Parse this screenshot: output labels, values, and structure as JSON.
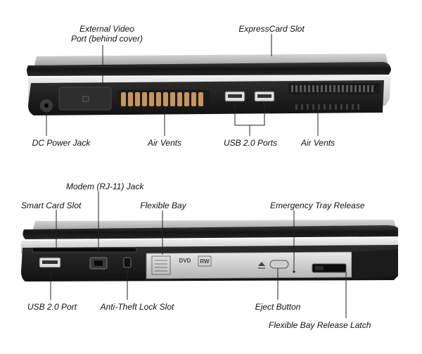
{
  "labels": {
    "ext_video_l1": "External Video",
    "ext_video_l2": "Port (behind cover)",
    "expresscard": "ExpressCard Slot",
    "dc_power": "DC Power Jack",
    "air_vents_1": "Air Vents",
    "usb_ports": "USB 2.0 Ports",
    "air_vents_2": "Air Vents",
    "modem": "Modem (RJ-11) Jack",
    "smart_card": "Smart Card Slot",
    "flexible_bay": "Flexible Bay",
    "emergency_tray": "Emergency Tray Release",
    "usb_port": "USB 2.0 Port",
    "anti_theft": "Anti-Theft Lock Slot",
    "eject": "Eject Button",
    "bay_latch": "Flexible Bay Release Latch"
  },
  "drive_logos": {
    "dvd": "DVD",
    "rw": "RW"
  },
  "colors": {
    "chassis_black": "#1e1e1e",
    "chassis_silver": "#d9d9d9",
    "lid_grey": "#b9b9b9",
    "vent_orange": "#c7955c",
    "leader_line": "#222222"
  }
}
